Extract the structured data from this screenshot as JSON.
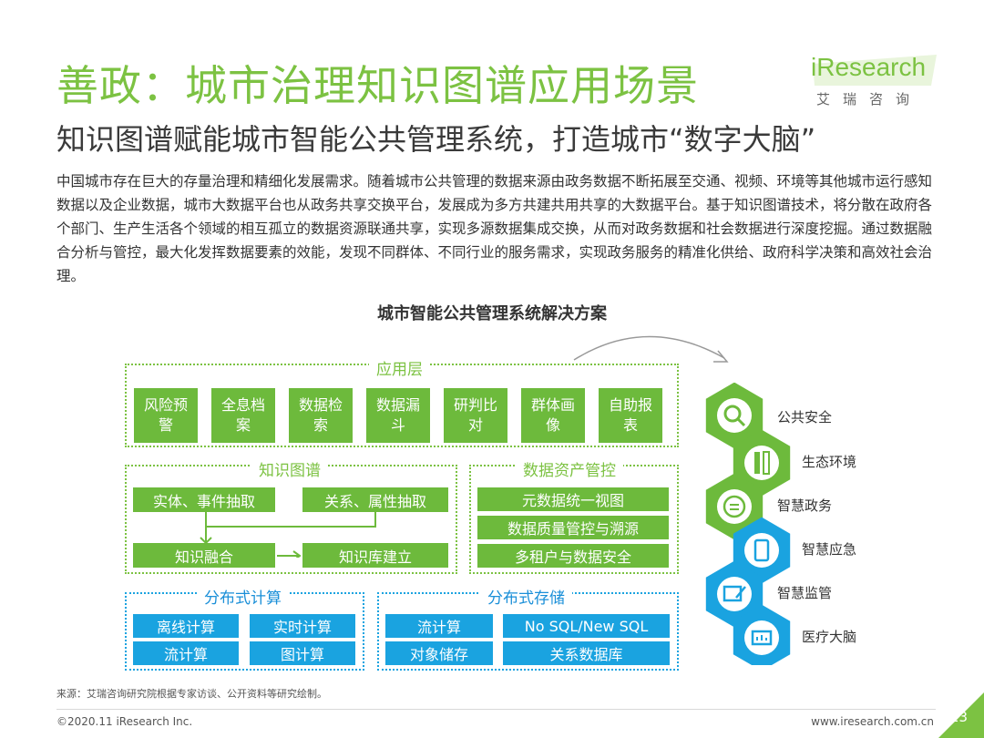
{
  "header": {
    "title": "善政：城市治理知识图谱应用场景",
    "subtitle": "知识图谱赋能城市智能公共管理系统，打造城市“数字大脑”",
    "logo_word": "iResearch",
    "logo_cn": "艾瑞咨询"
  },
  "body_text": "中国城市存在巨大的存量治理和精细化发展需求。随着城市公共管理的数据来源由政务数据不断拓展至交通、视频、环境等其他城市运行感知数据以及企业数据，城市大数据平台也从政务共享交换平台，发展成为多方共建共用共享的大数据平台。基于知识图谱技术，将分散在政府各个部门、生产生活各个领域的相互孤立的数据资源联通共享，实现多源数据集成交换，从而对政务数据和社会数据进行深度挖掘。通过数据融合分析与管控，最大化发挥数据要素的效能，发现不同群体、不同行业的服务需求，实现政务服务的精准化供给、政府科学决策和高效社会治理。",
  "diagram": {
    "title": "城市智能公共管理系统解决方案",
    "application_layer": {
      "title": "应用层",
      "items": [
        "风险预警",
        "全息档案",
        "数据检索",
        "数据漏斗",
        "研判比对",
        "群体画像",
        "自助报表"
      ]
    },
    "knowledge_graph": {
      "title": "知识图谱",
      "entity_extraction": "实体、事件抽取",
      "relation_extraction": "关系、属性抽取",
      "fusion": "知识融合",
      "kb_build": "知识库建立"
    },
    "data_asset": {
      "title": "数据资产管控",
      "items": [
        "元数据统一视图",
        "数据质量管控与溯源",
        "多租户与数据安全"
      ]
    },
    "distributed_compute": {
      "title": "分布式计算",
      "items": [
        "离线计算",
        "实时计算",
        "流计算",
        "图计算"
      ]
    },
    "distributed_storage": {
      "title": "分布式存储",
      "items": [
        "流计算",
        "No SQL/New SQL",
        "对象储存",
        "关系数据库"
      ]
    },
    "scenarios": [
      "公共安全",
      "生态环境",
      "智慧政务",
      "智慧应急",
      "智慧监管",
      "医疗大脑"
    ],
    "colors": {
      "green": "#6dba3c",
      "blue": "#1aa3e0"
    }
  },
  "footer": {
    "source": "来源：艾瑞咨询研究院根据专家访谈、公开资料等研究绘制。",
    "copyright": "©2020.11 iResearch Inc.",
    "site": "www.iresearch.com.cn",
    "page": "23"
  }
}
